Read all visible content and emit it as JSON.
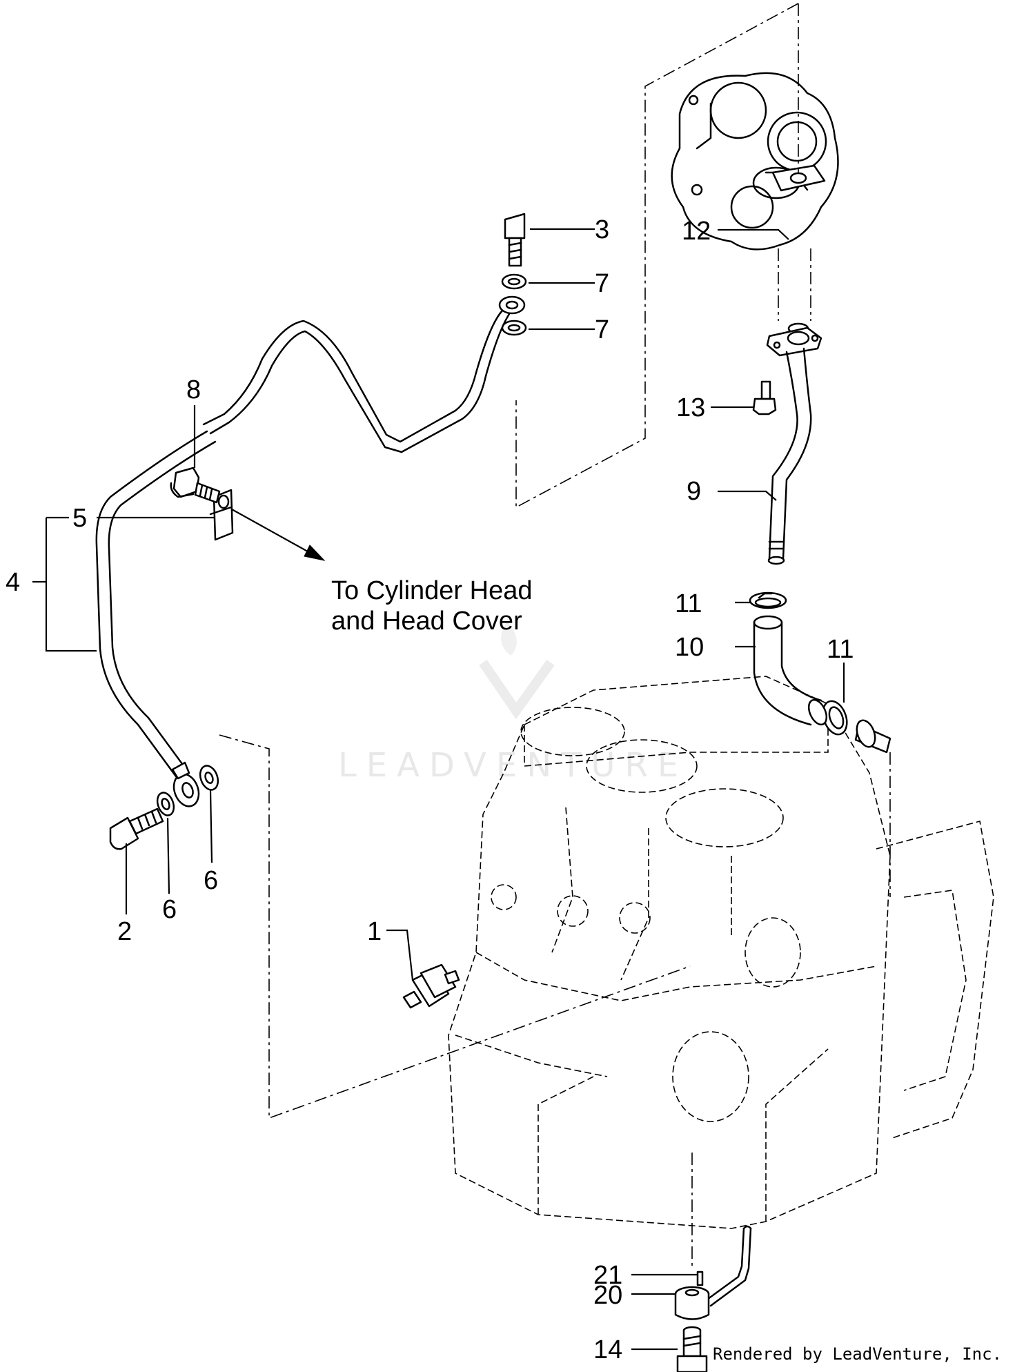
{
  "callouts": [
    {
      "id": "c1",
      "label": "1"
    },
    {
      "id": "c2",
      "label": "2"
    },
    {
      "id": "c3",
      "label": "3"
    },
    {
      "id": "c4",
      "label": "4"
    },
    {
      "id": "c5",
      "label": "5"
    },
    {
      "id": "c6a",
      "label": "6"
    },
    {
      "id": "c6b",
      "label": "6"
    },
    {
      "id": "c7a",
      "label": "7"
    },
    {
      "id": "c7b",
      "label": "7"
    },
    {
      "id": "c8",
      "label": "8"
    },
    {
      "id": "c9",
      "label": "9"
    },
    {
      "id": "c10",
      "label": "10"
    },
    {
      "id": "c11a",
      "label": "11"
    },
    {
      "id": "c11b",
      "label": "11"
    },
    {
      "id": "c12",
      "label": "12"
    },
    {
      "id": "c13",
      "label": "13"
    },
    {
      "id": "c14",
      "label": "14"
    },
    {
      "id": "c20",
      "label": "20"
    },
    {
      "id": "c21",
      "label": "21"
    }
  ],
  "note": {
    "line1": "To Cylinder Head",
    "line2": "and Head Cover"
  },
  "watermark": "LEADVENTURE",
  "credit": "Rendered by LeadVenture, Inc."
}
